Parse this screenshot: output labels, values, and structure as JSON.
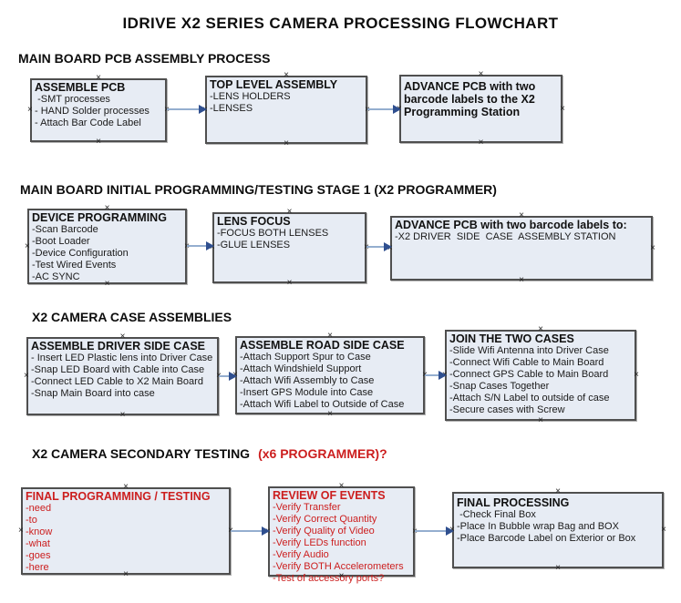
{
  "title": "IDRIVE X2  SERIES CAMERA PROCESSING FLOWCHART",
  "ui": {
    "anchor_glyph": "×",
    "colors": {
      "box_fill": "#e7ecf4",
      "box_border": "#4f4f4f",
      "red_text": "#cc1e1e",
      "arrow_line": "#94aecf",
      "arrow_head": "#2f4f8f"
    }
  },
  "sections": [
    {
      "heading": "MAIN BOARD PCB ASSEMBLY PROCESS",
      "boxes": [
        {
          "title": "ASSEMBLE PCB",
          "items": [
            " -SMT processes",
            "- HAND Solder processes",
            "- Attach Bar Code Label"
          ]
        },
        {
          "title": "TOP LEVEL ASSEMBLY",
          "items": [
            "-LENS HOLDERS",
            "-LENSES"
          ]
        },
        {
          "title": "ADVANCE PCB with two barcode labels to the X2 Programming Station",
          "items": []
        }
      ]
    },
    {
      "heading": "MAIN BOARD INITIAL PROGRAMMING/TESTING STAGE 1 (X2 PROGRAMMER)",
      "boxes": [
        {
          "title": "DEVICE PROGRAMMING",
          "items": [
            "-Scan Barcode",
            "-Boot Loader",
            "-Device Configuration",
            "-Test Wired Events",
            "-AC SYNC"
          ]
        },
        {
          "title": "LENS FOCUS",
          "items": [
            "-FOCUS BOTH LENSES",
            "-GLUE LENSES"
          ]
        },
        {
          "title": "ADVANCE PCB with two barcode labels to:",
          "items": [
            "-X2 DRIVER  SIDE  CASE  ASSEMBLY STATION"
          ]
        }
      ]
    },
    {
      "heading": "X2 CAMERA CASE ASSEMBLIES",
      "boxes": [
        {
          "title": "ASSEMBLE DRIVER SIDE CASE",
          "items": [
            "- Insert LED Plastic lens into Driver Case",
            "-Snap LED Board with Cable into Case",
            "-Connect LED Cable to X2 Main Board",
            "-Snap Main Board into case"
          ]
        },
        {
          "title": "ASSEMBLE ROAD SIDE CASE",
          "items": [
            "-Attach Support Spur to Case",
            "-Attach Windshield Support",
            "-Attach Wifi Assembly to Case",
            "-Insert GPS Module into Case",
            "-Attach Wifi Label to Outside of Case"
          ]
        },
        {
          "title": "JOIN THE TWO CASES",
          "items": [
            "-Slide Wifi Antenna into Driver Case",
            "-Connect Wifi Cable to Main Board",
            "-Connect GPS Cable to Main Board",
            "-Snap Cases Together",
            "-Attach S/N Label to outside of case",
            "-Secure cases with Screw"
          ]
        }
      ]
    },
    {
      "heading": "X2 CAMERA SECONDARY TESTING",
      "heading_red": "(x6 PROGRAMMER)?",
      "boxes": [
        {
          "title": "FINAL PROGRAMMING / TESTING",
          "items": [
            "-need",
            "-to",
            "-know",
            "-what",
            "-goes",
            "-here"
          ]
        },
        {
          "title": "REVIEW OF EVENTS",
          "items": [
            "-Verify Transfer",
            "-Verify Correct Quantity",
            "-Verify Quality of Video",
            "-Verify LEDs function",
            "-Verify Audio",
            "-Verify BOTH Accelerometers",
            "-Test of accessory ports?"
          ]
        },
        {
          "title": "FINAL PROCESSING",
          "items": [
            " -Check Final Box",
            "-Place In Bubble wrap Bag and BOX",
            "-Place Barcode Label on Exterior or Box"
          ]
        }
      ]
    }
  ]
}
